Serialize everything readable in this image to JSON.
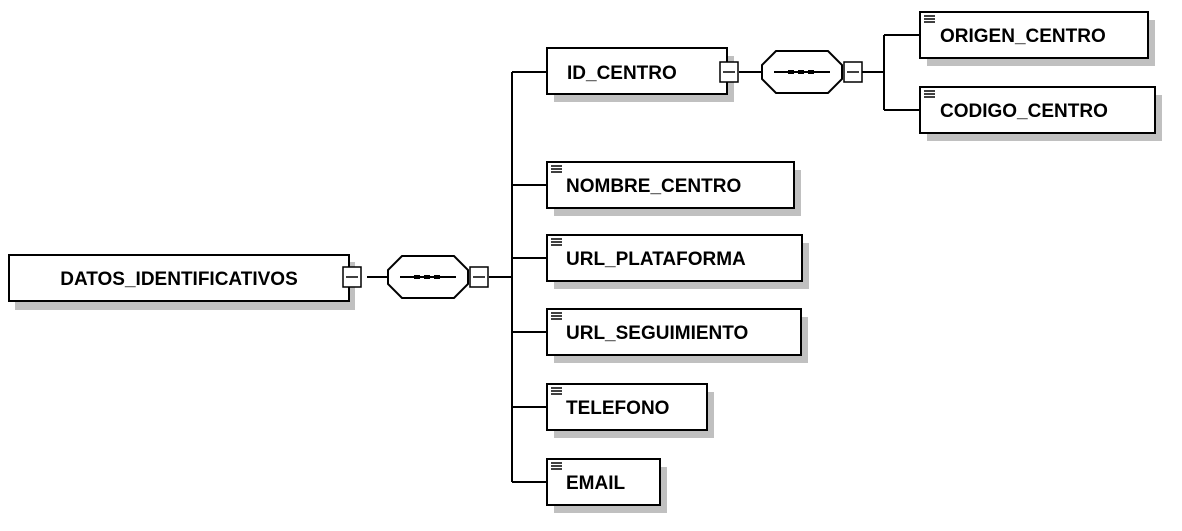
{
  "diagram": {
    "root": {
      "label": "DATOS_IDENTIFICATIVOS"
    },
    "children": [
      {
        "label": "ID_CENTRO",
        "subchildren": [
          {
            "label": "ORIGEN_CENTRO"
          },
          {
            "label": "CODIGO_CENTRO"
          }
        ]
      },
      {
        "label": "NOMBRE_CENTRO"
      },
      {
        "label": "URL_PLATAFORMA"
      },
      {
        "label": "URL_SEGUIMIENTO"
      },
      {
        "label": "TELEFONO"
      },
      {
        "label": "EMAIL"
      }
    ]
  },
  "colors": {
    "line": "#000000",
    "box_fill": "#ffffff",
    "shadow": "#c0c0c0"
  }
}
